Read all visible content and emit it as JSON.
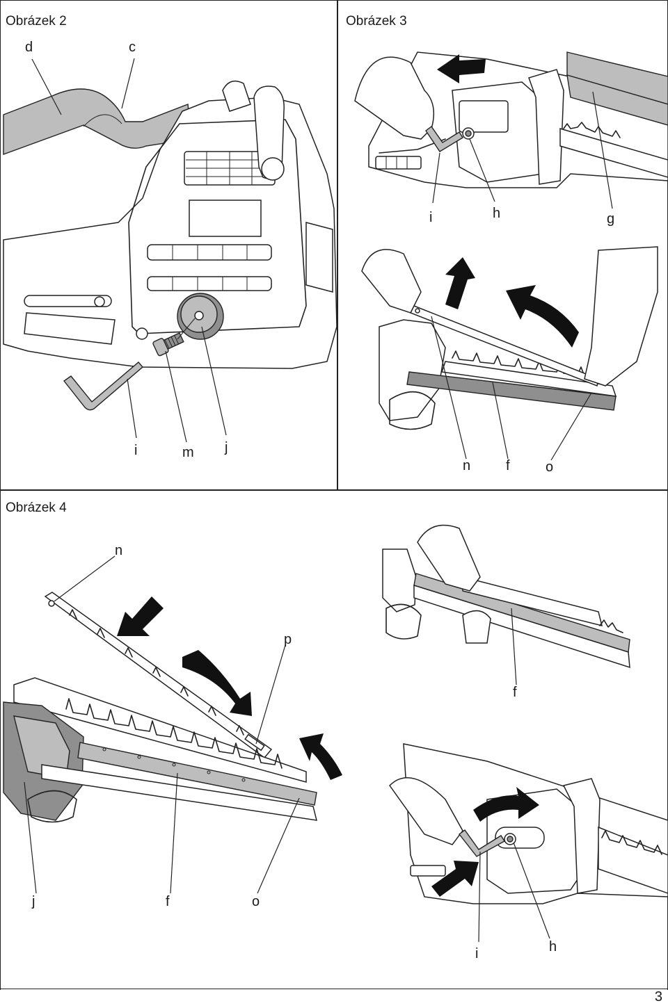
{
  "figures": {
    "fig2": {
      "title": "Obrázek 2",
      "labels": {
        "d": "d",
        "c": "c",
        "i": "i",
        "m": "m",
        "j": "j"
      }
    },
    "fig3": {
      "title": "Obrázek 3",
      "labels": {
        "i": "i",
        "h": "h",
        "g": "g",
        "n": "n",
        "f": "f",
        "o": "o"
      }
    },
    "fig4": {
      "title": "Obrázek 4",
      "labels": {
        "n": "n",
        "p": "p",
        "f_right": "f",
        "j": "j",
        "f": "f",
        "o": "o",
        "i": "i",
        "h": "h"
      }
    }
  },
  "page_number": "3"
}
